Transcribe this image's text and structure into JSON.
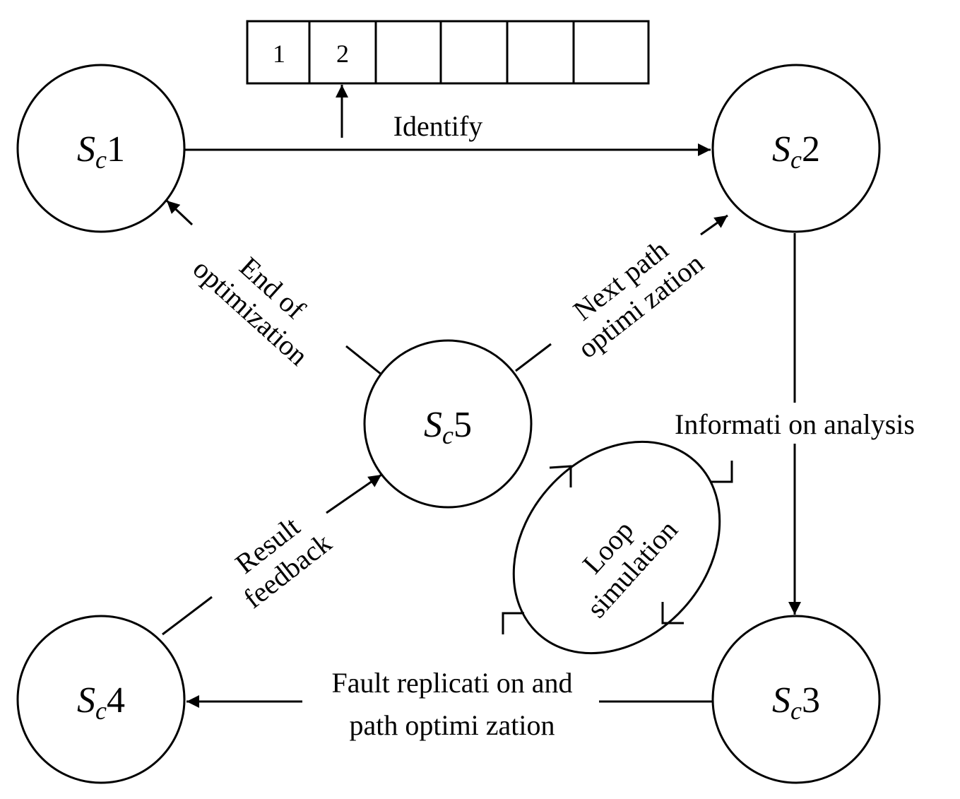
{
  "nodes": [
    {
      "id": "sc1",
      "main": "S",
      "sub": "c",
      "num": "1"
    },
    {
      "id": "sc2",
      "main": "S",
      "sub": "c",
      "num": "2"
    },
    {
      "id": "sc3",
      "main": "S",
      "sub": "c",
      "num": "3"
    },
    {
      "id": "sc4",
      "main": "S",
      "sub": "c",
      "num": "4"
    },
    {
      "id": "sc5",
      "main": "S",
      "sub": "c",
      "num": "5"
    }
  ],
  "queue": {
    "cells": [
      "1",
      "2",
      "",
      "",
      "",
      ""
    ]
  },
  "edges": {
    "identify": "Identify",
    "information_analysis": "Informati on analysis",
    "fault_line1": "Fault replicati on and",
    "fault_line2": "path optimi zation",
    "end_line1": "End of",
    "end_line2": "optimization",
    "next_line1": "Next path",
    "next_line2": "optimi zation",
    "result_line1": "Result",
    "result_line2": "feedback",
    "loop_line1": "Loop",
    "loop_line2": "simulation"
  }
}
